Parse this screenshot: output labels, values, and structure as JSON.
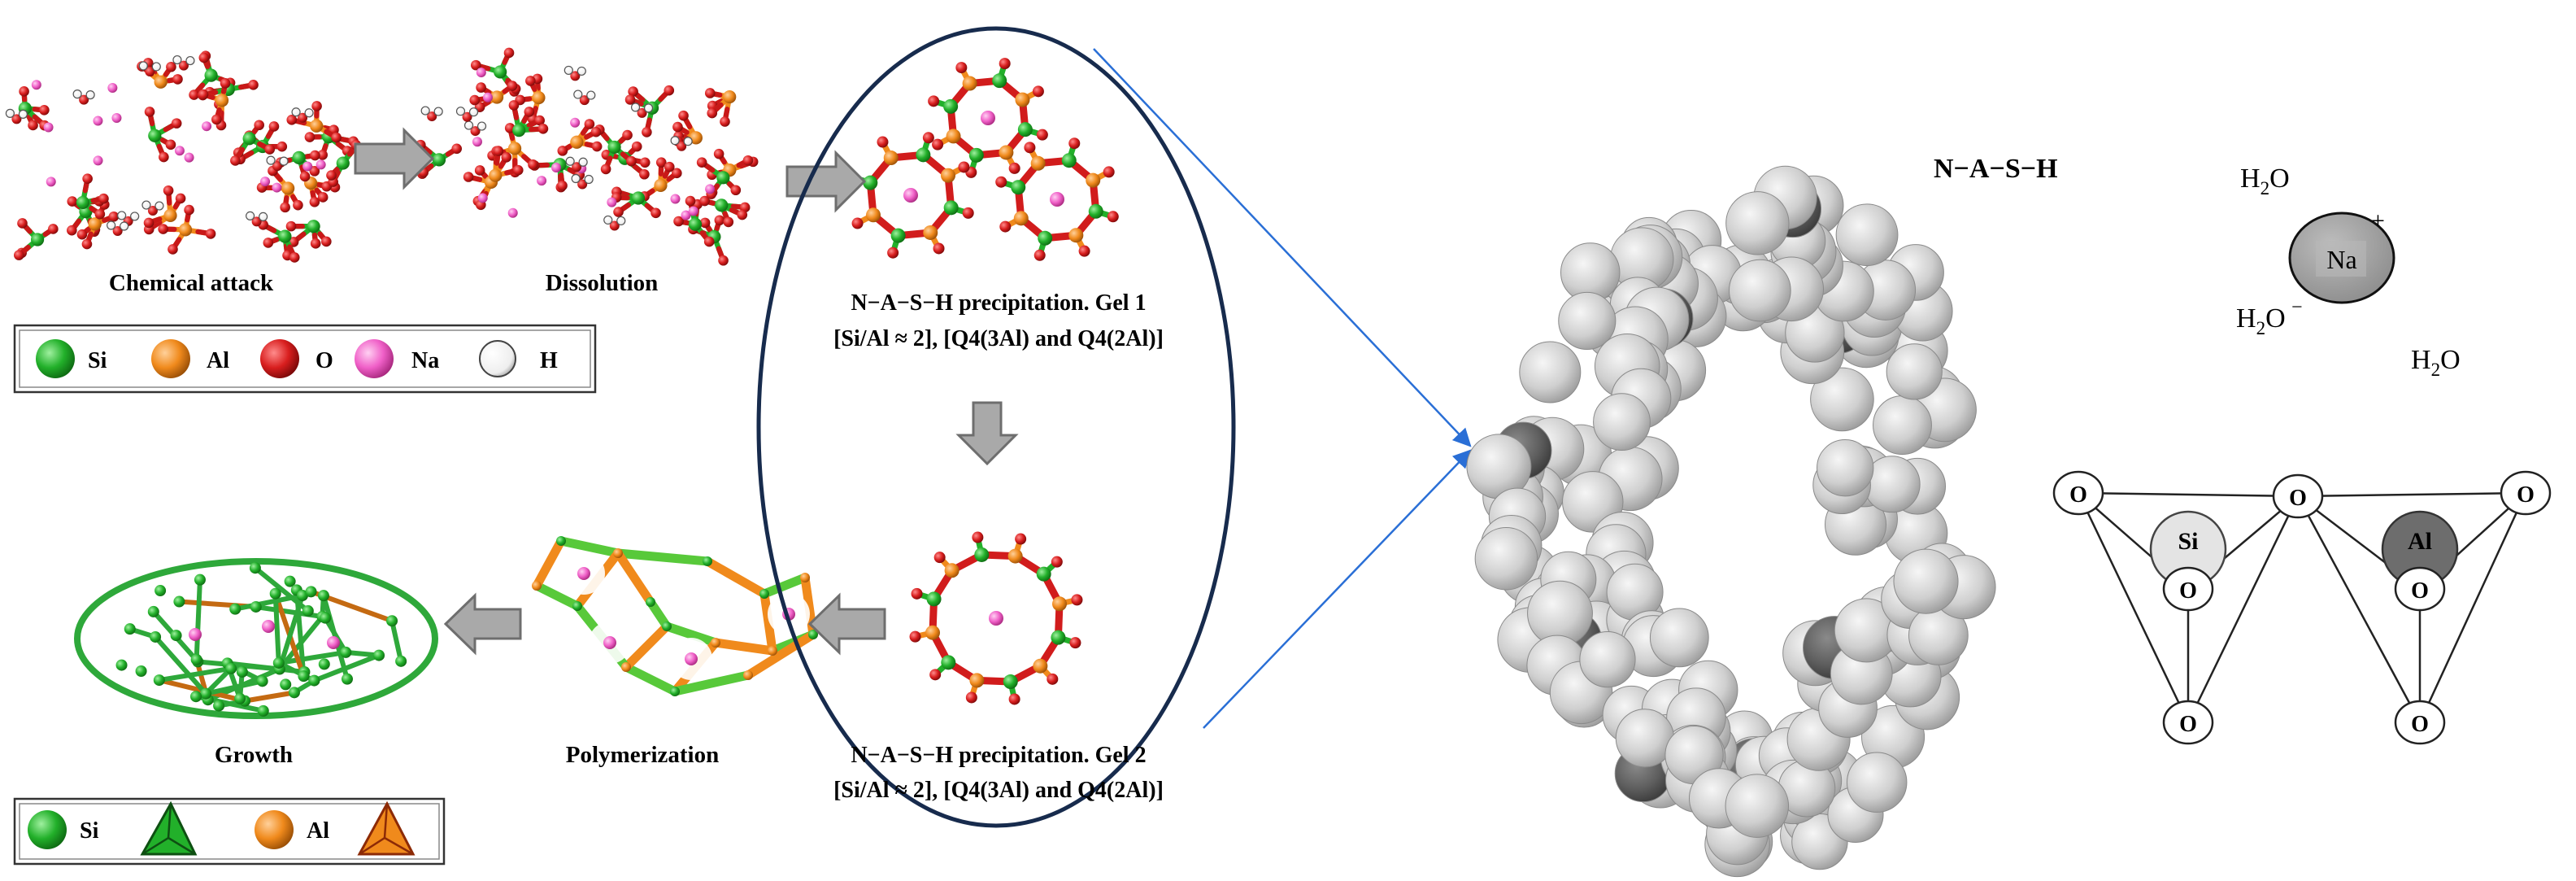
{
  "stages": {
    "chemical_attack": "Chemical attack",
    "dissolution": "Dissolution",
    "gel1_title": "N−A−S−H precipitation. Gel 1",
    "gel1_detail": "[Si/Al ≈ 2], [Q4(3Al) and Q4(2Al)]",
    "gel2_title": "N−A−S−H precipitation. Gel 2",
    "gel2_detail": "[Si/Al ≈ 2], [Q4(3Al) and Q4(2Al)]",
    "polymerization": "Polymerization",
    "growth": "Growth"
  },
  "legend_atoms": {
    "items": [
      {
        "label": "Si",
        "color": "#22b02a"
      },
      {
        "label": "Al",
        "color": "#f08a1c"
      },
      {
        "label": "O",
        "color": "#d81e1e"
      },
      {
        "label": "Na",
        "color": "#f060c8"
      },
      {
        "label": "H",
        "color": "#ffffff"
      }
    ]
  },
  "legend_units": {
    "items": [
      {
        "label": "Si",
        "color": "#22b02a"
      },
      {
        "label": "Al",
        "color": "#f08a1c"
      }
    ]
  },
  "nash": {
    "title": "N−A−S−H",
    "water_1": {
      "main": "H",
      "sub": "2",
      "tail": "O"
    },
    "water_2": {
      "main": "H",
      "sub": "2",
      "tail": "O"
    },
    "water_3": {
      "main": "H",
      "sub": "2",
      "tail": "O"
    },
    "na": "Na",
    "charge_plus": "+",
    "charge_minus": "−",
    "si": "Si",
    "al": "Al",
    "o": "O"
  },
  "colors": {
    "si": "#22b02a",
    "al": "#f08a1c",
    "o": "#d81e1e",
    "na": "#f060c8",
    "arrow_gray": "#a9a9a9",
    "ellipse": "#172b4d",
    "pointer": "#2a6fd6",
    "sphere_light": "#d4d4d4",
    "sphere_dark": "#5e5e5e"
  }
}
